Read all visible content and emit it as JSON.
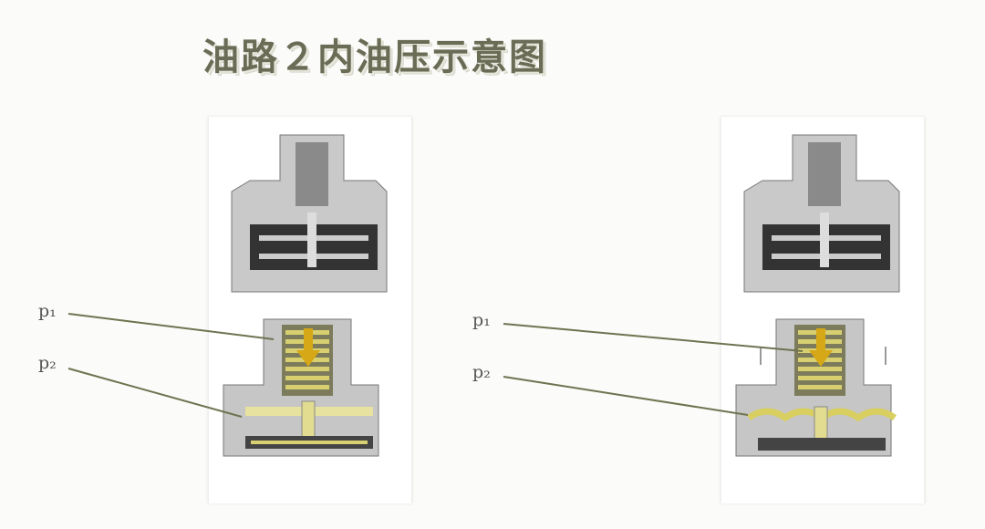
{
  "title": "油路２内油压示意图",
  "left_diagram": {
    "p1_label": "p₁",
    "p2_label": "p₂"
  },
  "right_diagram": {
    "p1_label": "p₁",
    "p2_label": "p₂"
  },
  "colors": {
    "title": "#6a6c55",
    "oil": "#d8d070",
    "arrow": "#d6a818",
    "metal": "#b8b8b8",
    "leader": "#6f7350"
  }
}
